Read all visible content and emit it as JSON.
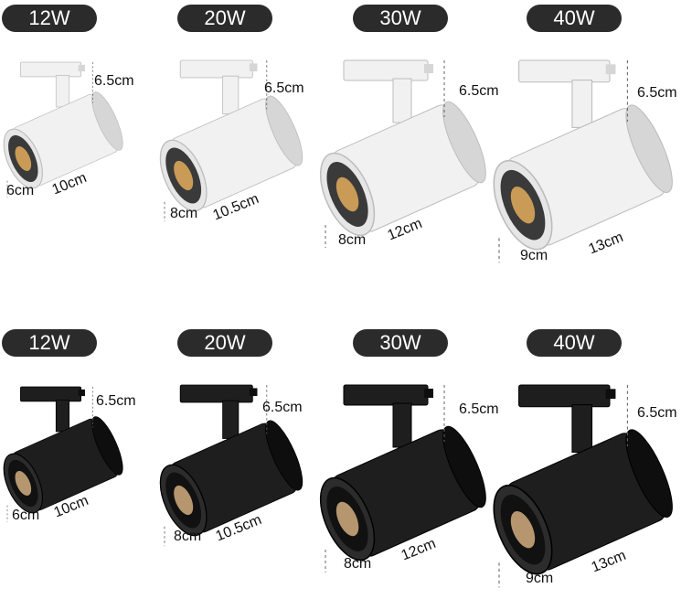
{
  "rows": [
    {
      "finish": "white",
      "colors": {
        "body": "#f1f1f1",
        "shade": "#d6d6d6",
        "rim": "#e6e6e6",
        "inner": "#3a3a3a",
        "lens": "#d9a65a"
      },
      "items": [
        {
          "watt": "12W",
          "height": "6.5cm",
          "diameter": "6cm",
          "length": "10cm"
        },
        {
          "watt": "20W",
          "height": "6.5cm",
          "diameter": "8cm",
          "length": "10.5cm"
        },
        {
          "watt": "30W",
          "height": "6.5cm",
          "diameter": "8cm",
          "length": "12cm"
        },
        {
          "watt": "40W",
          "height": "6.5cm",
          "diameter": "9cm",
          "length": "13cm"
        }
      ]
    },
    {
      "finish": "black",
      "colors": {
        "body": "#1e1e1e",
        "shade": "#0e0e0e",
        "rim": "#2c2c2c",
        "inner": "#111111",
        "lens": "#c9a57a"
      },
      "items": [
        {
          "watt": "12W",
          "height": "6.5cm",
          "diameter": "6cm",
          "length": "10cm"
        },
        {
          "watt": "20W",
          "height": "6.5cm",
          "diameter": "8cm",
          "length": "10.5cm"
        },
        {
          "watt": "30W",
          "height": "6.5cm",
          "diameter": "8cm",
          "length": "12cm"
        },
        {
          "watt": "40W",
          "height": "6.5cm",
          "diameter": "9cm",
          "length": "13cm"
        }
      ]
    }
  ]
}
